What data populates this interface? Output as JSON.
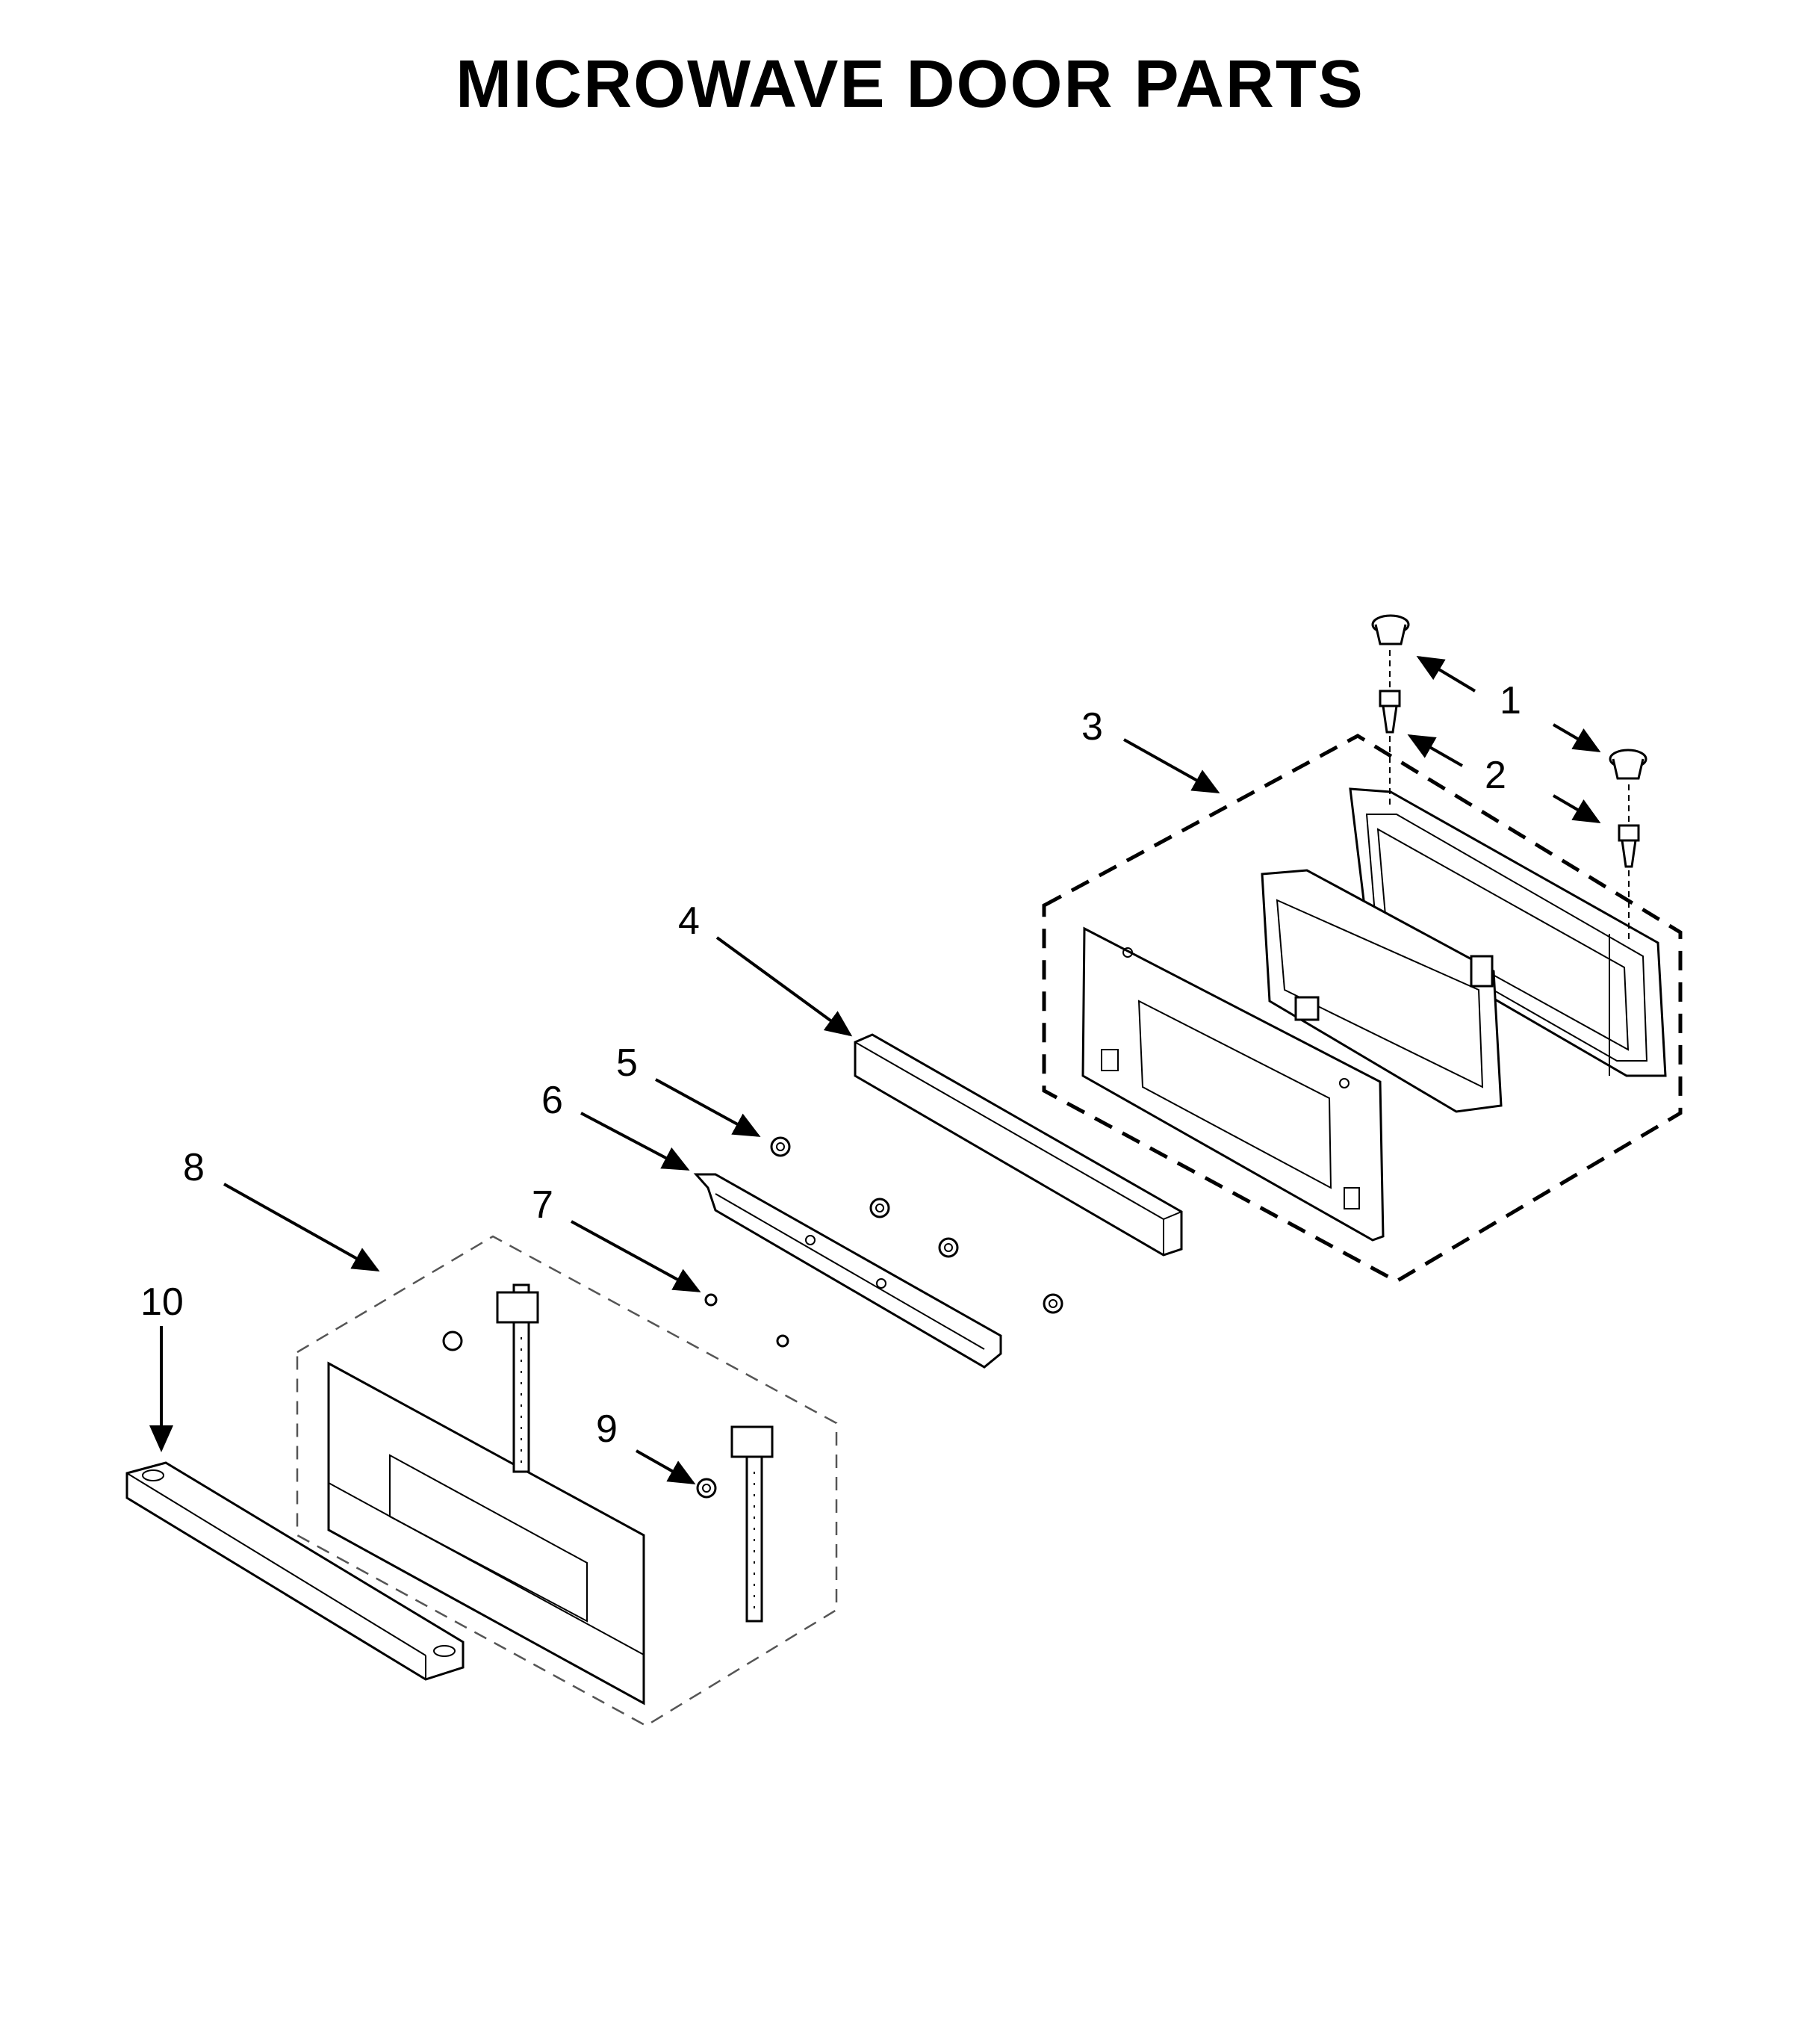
{
  "title": "MICROWAVE DOOR PARTS",
  "callouts": [
    "1",
    "2",
    "3",
    "4",
    "5",
    "6",
    "7",
    "8",
    "9",
    "10"
  ]
}
